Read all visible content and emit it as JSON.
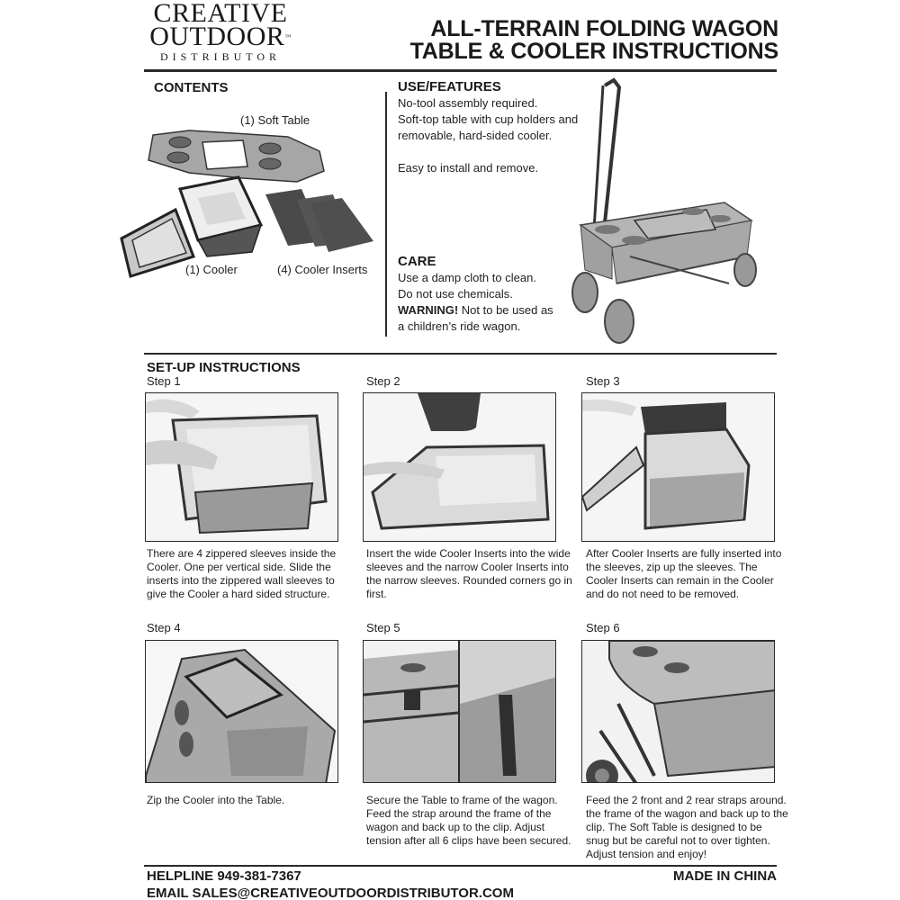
{
  "logo": {
    "line1": "CREATIVE",
    "line2": "OUTDOOR",
    "trademark": "™",
    "line3": "DISTRIBUTOR"
  },
  "header": {
    "title_line1": "ALL-TERRAIN FOLDING WAGON",
    "title_line2": "TABLE & COOLER INSTRUCTIONS"
  },
  "contents": {
    "heading": "CONTENTS",
    "items": [
      {
        "label": "(1) Soft Table",
        "icon": "soft-table-photo"
      },
      {
        "label": "(1) Cooler",
        "icon": "cooler-photo"
      },
      {
        "label": "(4) Cooler Inserts",
        "icon": "cooler-inserts-photo"
      }
    ]
  },
  "use_features": {
    "heading": "USE/FEATURES",
    "lines": [
      "No-tool assembly required.",
      "Soft-top table with cup holders and",
      "removable, hard-sided cooler.",
      "",
      "Easy to install and remove."
    ]
  },
  "care": {
    "heading": "CARE",
    "lines": [
      "Use a damp cloth to clean.",
      "Do not use chemicals."
    ],
    "warning_label": "WARNING!",
    "warning_text_1": " Not to be used as",
    "warning_text_2": "a children’s ride wagon."
  },
  "setup": {
    "heading": "SET-UP INSTRUCTIONS",
    "steps": [
      {
        "label": "Step 1",
        "text": "There are 4 zippered sleeves inside the Cooler. One per vertical side. Slide the inserts into the zippered wall sleeves to give the Cooler a hard sided structure."
      },
      {
        "label": "Step 2",
        "text": "Insert the wide Cooler Inserts into the wide sleeves and the narrow Cooler Inserts into the narrow sleeves. Rounded corners go in first."
      },
      {
        "label": "Step 3",
        "text": "After Cooler Inserts are fully inserted into the sleeves, zip up the sleeves. The Cooler Inserts can remain in the Cooler and do not need to be removed."
      },
      {
        "label": "Step 4",
        "text": "Zip the Cooler into the Table."
      },
      {
        "label": "Step 5",
        "text": "Secure the Table to frame of the wagon. Feed the strap around the frame of the wagon and back up to the clip. Adjust tension after all 6 clips have been secured."
      },
      {
        "label": "Step 6",
        "text": "Feed the 2 front and 2 rear straps around. the frame of the wagon and back up to the clip. The Soft Table is designed to be snug but be careful not to over tighten. Adjust tension and enjoy!"
      }
    ]
  },
  "footer": {
    "helpline": "HELPLINE 949-381-7367",
    "email": "EMAIL SALES@CREATIVEOUTDOORDISTRIBUTOR.COM",
    "origin": "MADE IN CHINA"
  }
}
